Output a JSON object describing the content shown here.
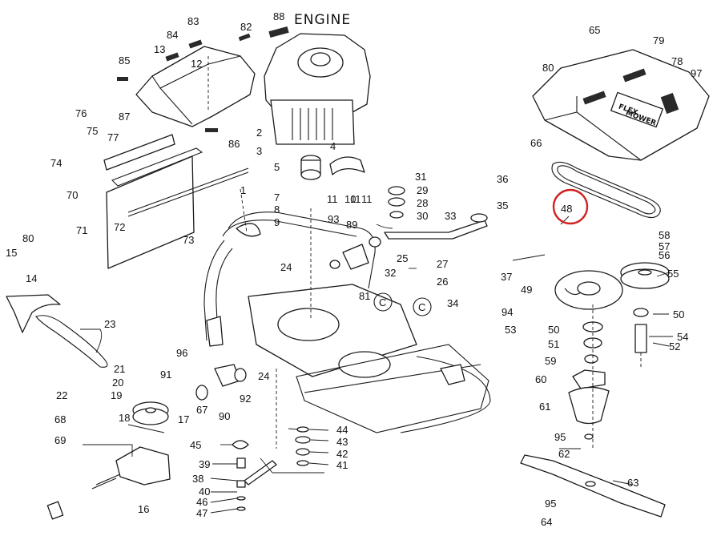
{
  "diagram": {
    "engine_label": "ENGINE",
    "logo_line1": "FLEX",
    "logo_line2": "MOWER",
    "section_marker": "C",
    "highlight_color": "#d21f1f",
    "highlighted_part": "48",
    "part_labels": [
      "1",
      "2",
      "3",
      "4",
      "5",
      "7",
      "8",
      "9",
      "10",
      "11",
      "11",
      "11",
      "12",
      "13",
      "14",
      "15",
      "16",
      "17",
      "18",
      "19",
      "20",
      "21",
      "22",
      "23",
      "24",
      "24",
      "25",
      "26",
      "27",
      "28",
      "29",
      "30",
      "31",
      "32",
      "33",
      "34",
      "35",
      "36",
      "37",
      "38",
      "39",
      "40",
      "41",
      "42",
      "43",
      "44",
      "45",
      "46",
      "47",
      "48",
      "49",
      "50",
      "50",
      "51",
      "52",
      "53",
      "54",
      "55",
      "56",
      "57",
      "58",
      "59",
      "60",
      "61",
      "62",
      "63",
      "64",
      "65",
      "66",
      "67",
      "68",
      "69",
      "70",
      "71",
      "72",
      "73",
      "74",
      "75",
      "76",
      "77",
      "78",
      "79",
      "80",
      "80",
      "81",
      "82",
      "83",
      "84",
      "85",
      "86",
      "87",
      "88",
      "89",
      "90",
      "91",
      "92",
      "93",
      "94",
      "95",
      "95",
      "96",
      "97"
    ]
  }
}
